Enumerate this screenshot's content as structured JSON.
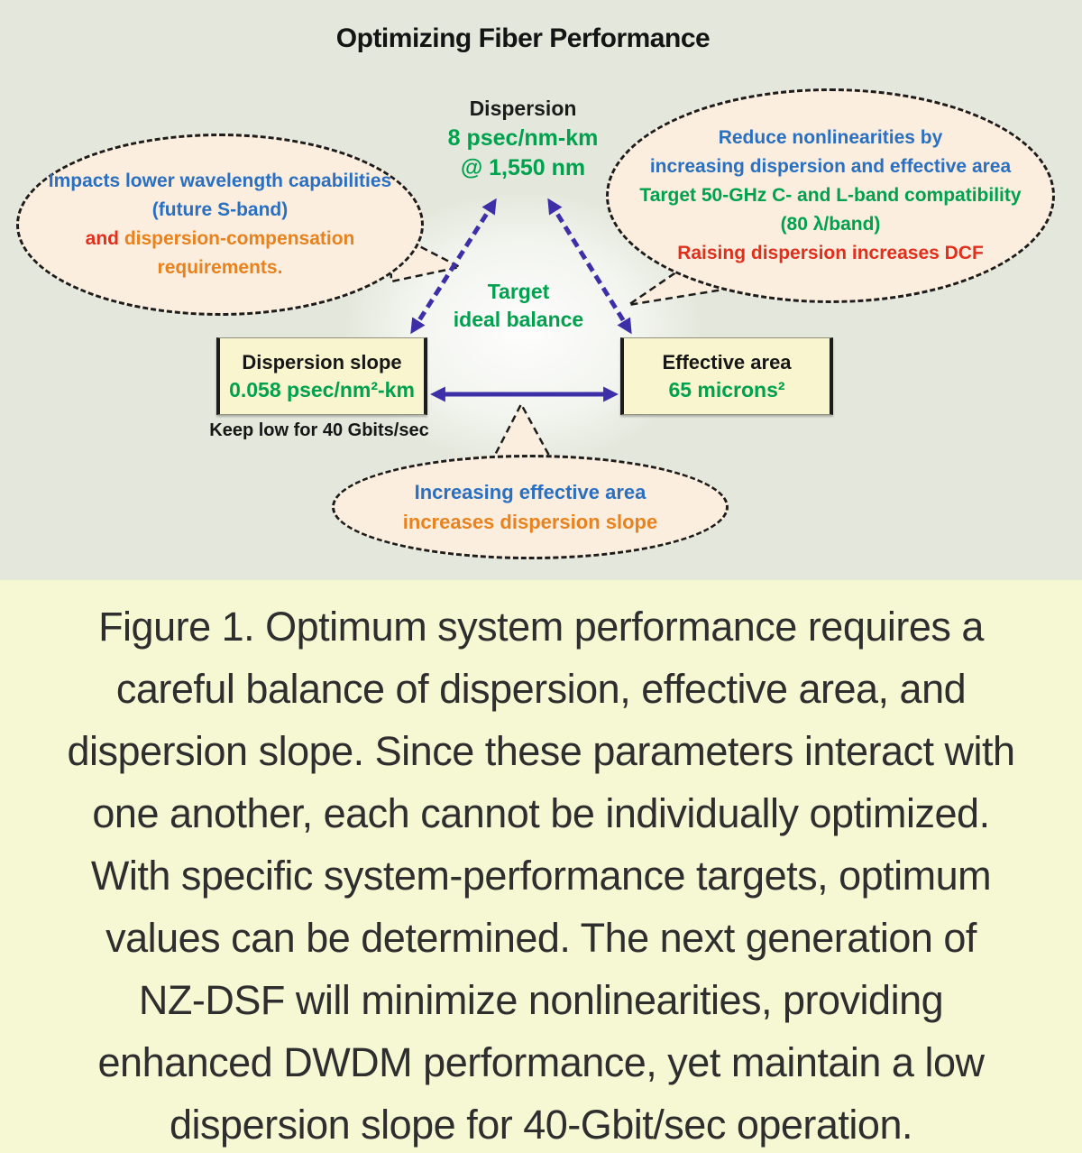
{
  "diagram": {
    "title": "Optimizing Fiber Performance",
    "dispersion": {
      "label": "Dispersion",
      "value": "8 psec/nm-km",
      "wavelength": "@ 1,550 nm"
    },
    "target": {
      "line1": "Target",
      "line2": "ideal balance"
    },
    "left_bubble": {
      "line1": "Impacts lower wavelength capabilities",
      "line2": "(future S-band)",
      "line3_red": "and",
      "line3_orange": " dispersion-compensation",
      "line4": "requirements."
    },
    "right_bubble": {
      "line1": "Reduce nonlinearities by",
      "line2": "increasing dispersion and effective area",
      "line3": "Target 50-GHz C- and L-band compatibility",
      "line4": "(80 λ/band)",
      "line5": "Raising dispersion increases DCF"
    },
    "bottom_bubble": {
      "line1": "Increasing effective area",
      "line2": "increases dispersion slope"
    },
    "dispersion_slope_box": {
      "title": "Dispersion slope",
      "value": "0.058 psec/nm²-km",
      "note": "Keep low for 40 Gbits/sec"
    },
    "effective_area_box": {
      "title": "Effective area",
      "value": "65 microns²"
    },
    "colors": {
      "text_blue": "#2a6fc0",
      "text_green": "#00a14e",
      "text_orange": "#e8821e",
      "text_red": "#e0301d",
      "arrow_purple": "#3c2fa8"
    }
  },
  "caption": {
    "lines": [
      "Figure 1. Optimum system performance requires a",
      "careful balance of dispersion, effective area, and",
      "dispersion slope. Since these parameters interact with",
      "one another, each cannot be individually optimized.",
      "With specific system-performance targets, optimum",
      "values can be determined. The next generation of",
      "NZ-DSF will minimize nonlinearities, providing",
      "enhanced DWDM performance, yet maintain a low",
      "dispersion slope for 40-Gbit/sec operation."
    ]
  }
}
